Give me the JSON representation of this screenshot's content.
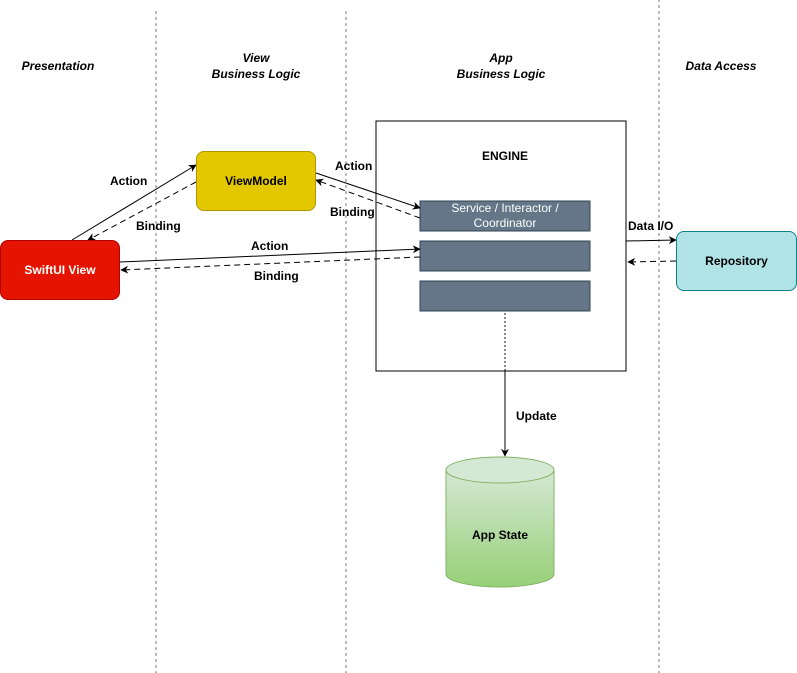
{
  "lanes": {
    "presentation": "Presentation",
    "view_logic": "View\nBusiness Logic",
    "app_logic": "App\nBusiness Logic",
    "data_access": "Data Access"
  },
  "nodes": {
    "swiftui_view": "SwiftUI View",
    "viewmodel": "ViewModel",
    "engine": "ENGINE",
    "service": "Service / Interactor /\nCoordinator",
    "repository": "Repository",
    "app_state": "App State"
  },
  "edges": {
    "action_view_to_vm": "Action",
    "binding_vm_to_view": "Binding",
    "action_vm_to_service": "Action",
    "binding_service_to_vm": "Binding",
    "action_view_to_engine": "Action",
    "binding_engine_to_view": "Binding",
    "data_io": "Data I/O",
    "update": "Update"
  },
  "colors": {
    "swiftui_fill": "#e51400",
    "viewmodel_fill": "#e3c800",
    "slot_fill": "#647687",
    "repository_fill": "#b0e3e6",
    "app_state_top": "#d5e8d4",
    "app_state_bottom": "#97d077"
  }
}
